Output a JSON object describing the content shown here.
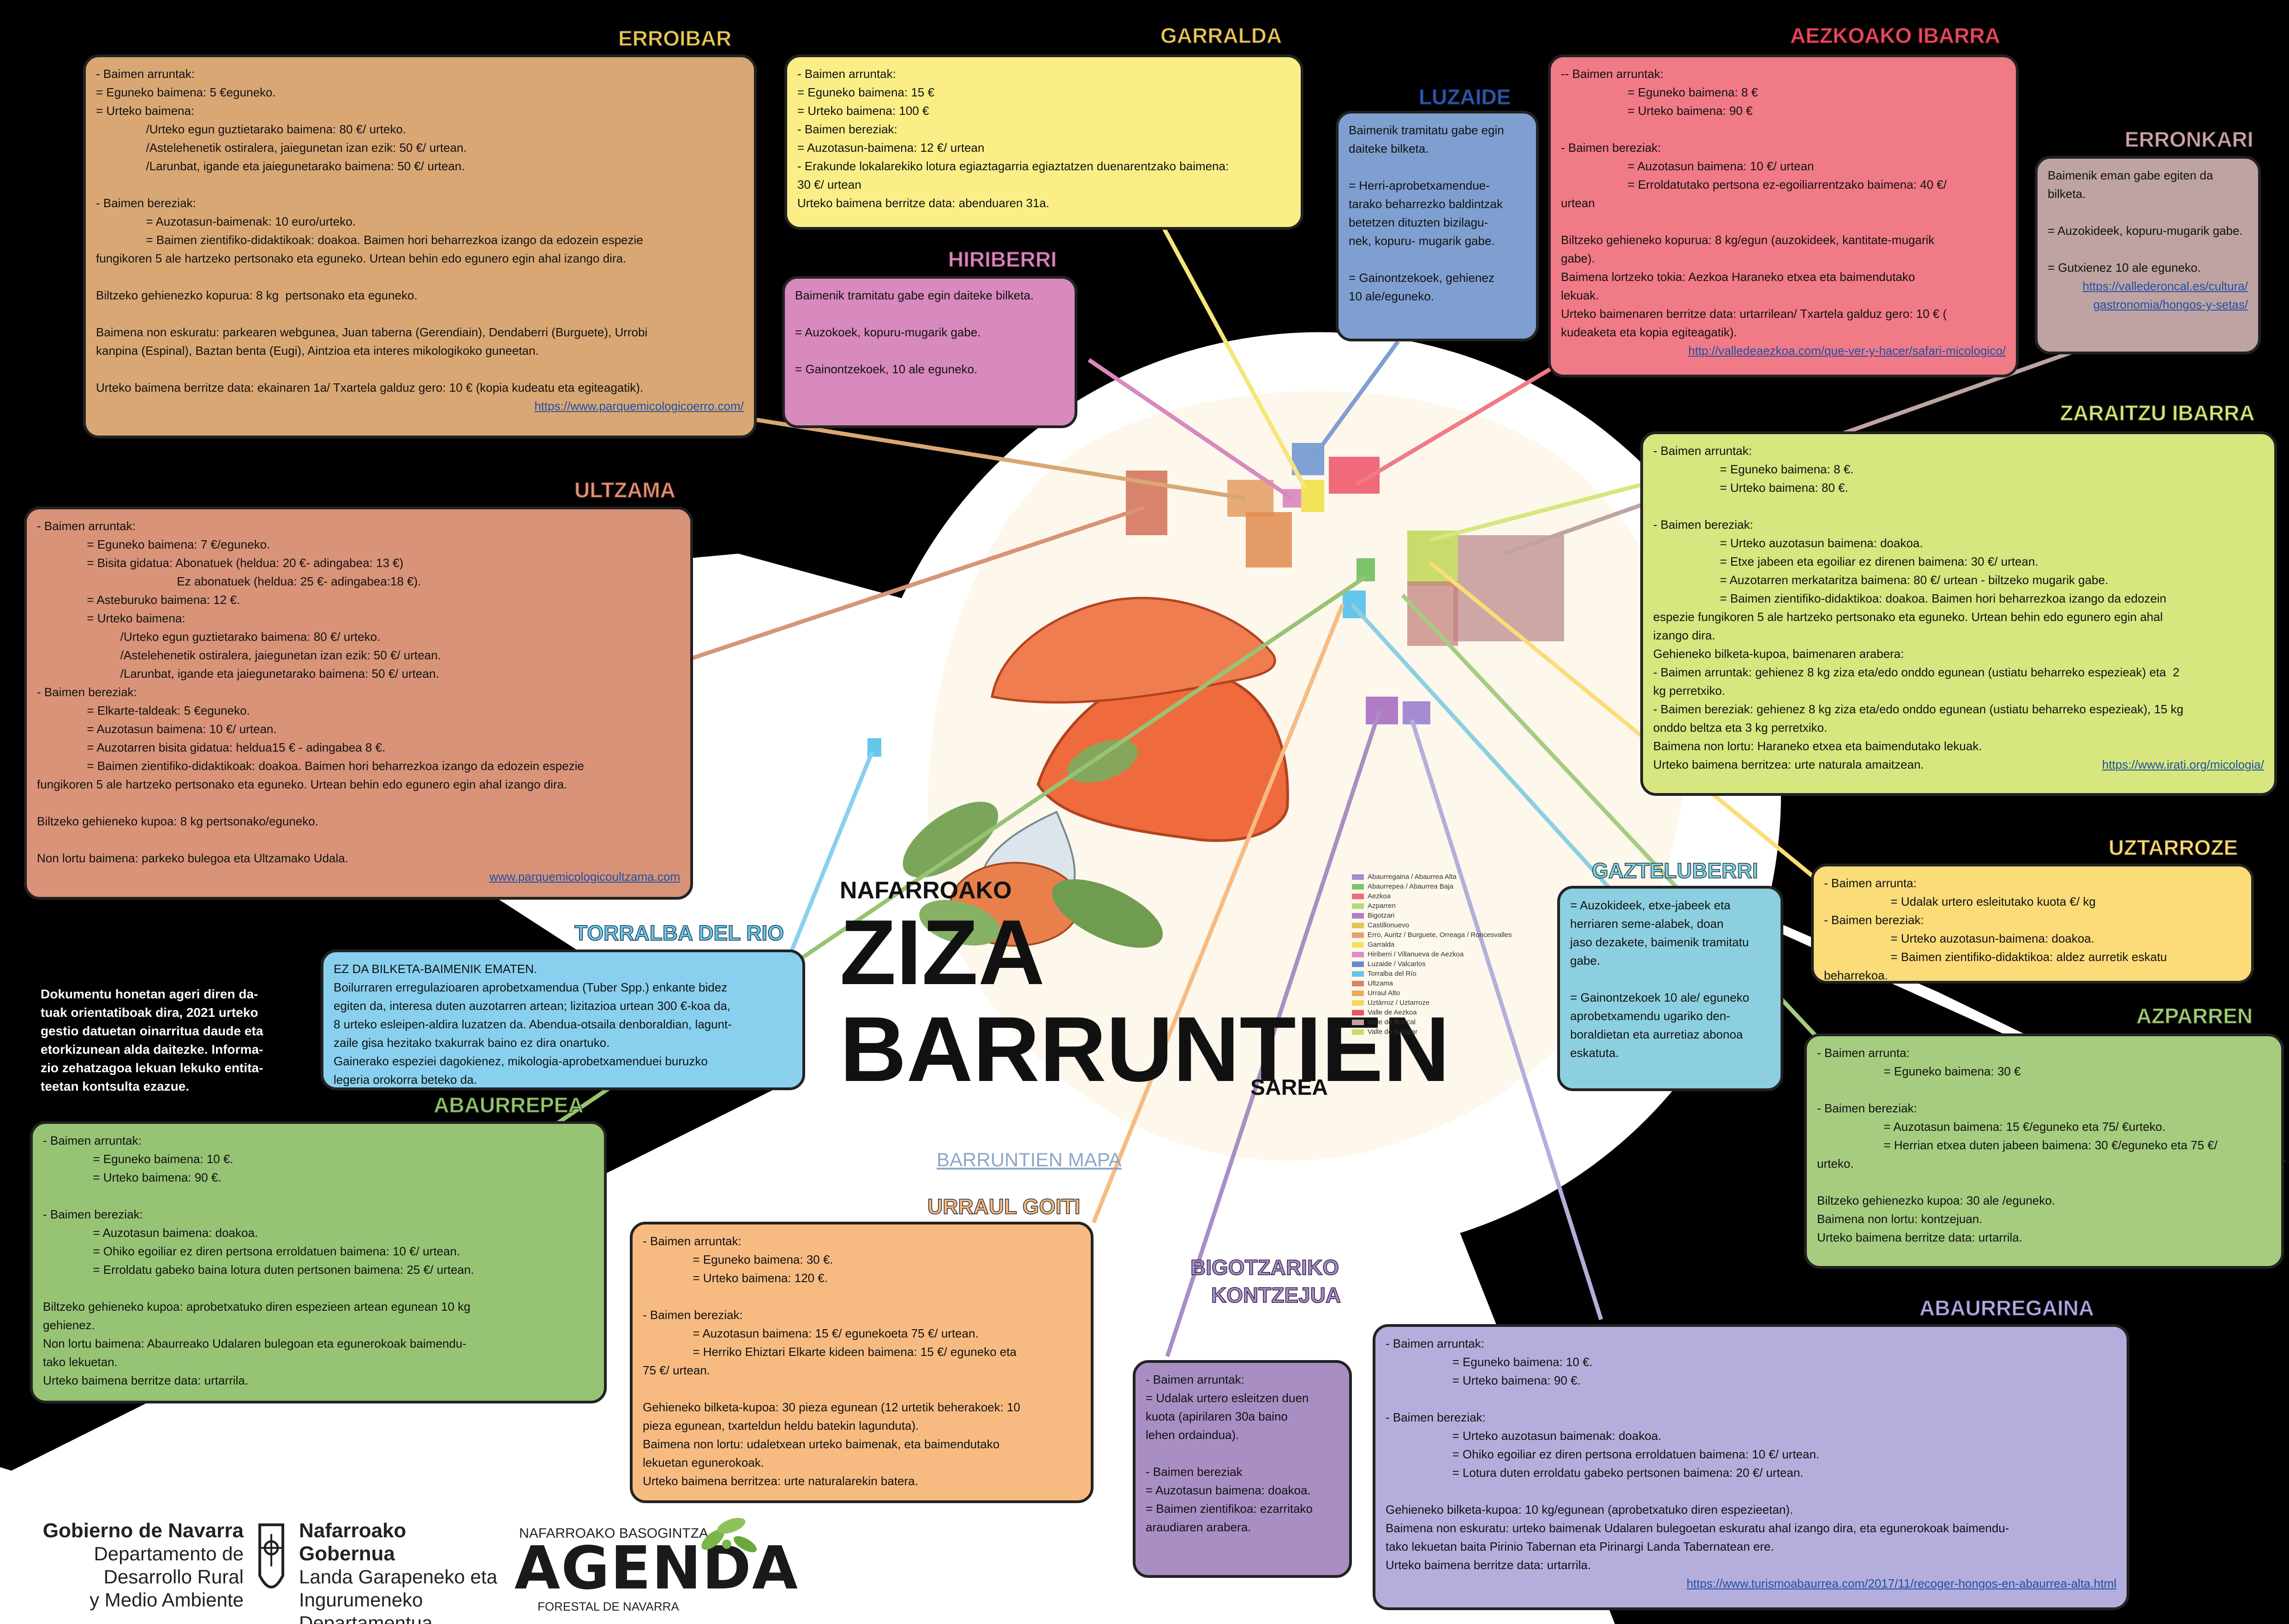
{
  "colors": {
    "black": "#000000",
    "erroibar": "#d9a774",
    "garralda": "#fbee87",
    "luzaide": "#7f9fd1",
    "aezkoa": "#f07a86",
    "erronkari": "#bfa3a3",
    "hiriberri": "#d889bd",
    "zaraitzu": "#d7e67e",
    "ultzama": "#d99378",
    "torralba": "#89d0ef",
    "gaztelu": "#8ccfe0",
    "uztarroze": "#fbdc78",
    "azparren": "#a6cc7f",
    "abaurrepea": "#97c474",
    "urraul": "#f7bb82",
    "bigotzari": "#a88ec3",
    "abaurregaina": "#b4aedc"
  },
  "map": {
    "kicker": "NAFARROAKO",
    "title_1": "ZIZA",
    "title_2": "BARRUNTIEN",
    "suffix": "SAREA",
    "link": "BARRUNTIEN MAPA",
    "legend": [
      {
        "label": "Abaurregaina / Abaurrea Alta",
        "color": "#a58cd2"
      },
      {
        "label": "Abaurrepea / Abaurrea Baja",
        "color": "#7cc36c"
      },
      {
        "label": "Aezkoa",
        "color": "#f06a7a"
      },
      {
        "label": "Azparren",
        "color": "#b7d77a"
      },
      {
        "label": "Bigotzari",
        "color": "#b07cc6"
      },
      {
        "label": "Castillonuevo",
        "color": "#e6c54f"
      },
      {
        "label": "Erro, Auritz / Burguete, Orreaga / Roncesvalles",
        "color": "#e5a16a"
      },
      {
        "label": "Garralda",
        "color": "#f0e35a"
      },
      {
        "label": "Hiriberri / Villanueva de Aezkoa",
        "color": "#de8fc3"
      },
      {
        "label": "Luzaide / Valcarlos",
        "color": "#5f8cd0"
      },
      {
        "label": "Torralba del Río",
        "color": "#64c6ec"
      },
      {
        "label": "Ultzama",
        "color": "#d9826c"
      },
      {
        "label": "Urraul Alto",
        "color": "#f2a85e"
      },
      {
        "label": "Uztárroz / Uztarroze",
        "color": "#f7d65c"
      },
      {
        "label": "Valle de Aezkoa",
        "color": "#e55a5a"
      },
      {
        "label": "Valle de Roncal",
        "color": "#c69d9d"
      },
      {
        "label": "Valle de Salazar",
        "color": "#c8dc6c"
      }
    ]
  },
  "erroibar": {
    "title": "ERROIBAR",
    "lines": [
      "- Baimen arruntak:",
      "= Eguneko baimena: 5 €eguneko.",
      "= Urteko baimena:",
      "               /Urteko egun guztietarako baimena: 80 €/ urteko.",
      "               /Astelehenetik ostiralera, jaiegunetan izan ezik: 50 €/ urtean.",
      "               /Larunbat, igande eta jaiegunetarako baimena: 50 €/ urtean.",
      "",
      "- Baimen bereziak:",
      "               = Auzotasun-baimenak: 10 euro/urteko.",
      "               = Baimen zientifiko-didaktikoak: doakoa. Baimen hori beharrezkoa izango da edozein espezie",
      "fungikoren 5 ale hartzeko pertsonako eta eguneko. Urtean behin edo egunero egin ahal izango dira.",
      "",
      "Biltzeko gehienezko kopurua: 8 kg  pertsonako eta eguneko.",
      "",
      "Baimena non eskuratu: parkearen webgunea, Juan taberna (Gerendiain), Dendaberri (Burguete), Urrobi",
      "kanpina (Espinal), Baztan benta (Eugi), Aintzioa eta interes mikologikoko guneetan.",
      "",
      "Urteko baimena berritze data: ekainaren 1a/ Txartela galduz gero: 10 € (kopia kudeatu eta egiteagatik)."
    ],
    "link": "https://www.parquemicologicoerro.com/"
  },
  "garralda": {
    "title": "GARRALDA",
    "lines": [
      "- Baimen arruntak:",
      "= Eguneko baimena: 15 €",
      "= Urteko baimena: 100 €",
      "- Baimen bereziak:",
      "= Auzotasun-baimena: 12 €/ urtean",
      "- Erakunde lokalarekiko lotura egiaztagarria egiaztatzen duenarentzako baimena:",
      "30 €/ urtean",
      "Urteko baimena berritze data: abenduaren 31a."
    ]
  },
  "luzaide": {
    "title": "LUZAIDE",
    "lines": [
      "Baimenik tramitatu gabe egin",
      "daiteke bilketa.",
      "",
      "= Herri-aprobetxamendue-",
      "tarako beharrezko baldintzak",
      "betetzen dituzten bizilagu-",
      "nek, kopuru- mugarik gabe.",
      "",
      "= Gainontzekoek, gehienez",
      "10 ale/eguneko."
    ]
  },
  "aezkoa": {
    "title": "AEZKOAKO IBARRA",
    "lines": [
      "-- Baimen arruntak:",
      "                    = Eguneko baimena: 8 €",
      "                    = Urteko baimena: 90 €",
      "",
      "- Baimen bereziak:",
      "                    = Auzotasun baimena: 10 €/ urtean",
      "                    = Erroldatutako pertsona ez-egoiliarrentzako baimena: 40 €/",
      "urtean",
      "",
      "Biltzeko gehieneko kopurua: 8 kg/egun (auzokideek, kantitate-mugarik",
      "gabe).",
      "Baimena lortzeko tokia: Aezkoa Haraneko etxea eta baimendutako",
      "lekuak.",
      "Urteko baimenaren berritze data: urtarrilean/ Txartela galduz gero: 10 € (",
      "kudeaketa eta kopia egiteagatik)."
    ],
    "link": "http://valledeaezkoa.com/que-ver-y-hacer/safari-micologico/"
  },
  "erronkari": {
    "title": "ERRONKARI",
    "lines": [
      "Baimenik eman gabe egiten da",
      "bilketa.",
      "",
      "= Auzokideek, kopuru-mugarik gabe.",
      "",
      "= Gutxienez 10 ale eguneko."
    ],
    "link_1": "https://vallederoncal.es/cultura/",
    "link_2": "gastronomia/hongos-y-setas/"
  },
  "hiriberri": {
    "title": "HIRIBERRI",
    "lines": [
      "Baimenik tramitatu gabe egin daiteke bilketa.",
      "",
      "= Auzokoek, kopuru-mugarik gabe.",
      "",
      "= Gainontzekoek, 10 ale eguneko."
    ]
  },
  "zaraitzu": {
    "title": "ZARAITZU IBARRA",
    "lines": [
      "- Baimen arruntak:",
      "                    = Eguneko baimena: 8 €.",
      "                    = Urteko baimena: 80 €.",
      "",
      "- Baimen bereziak:",
      "                    = Urteko auzotasun baimena: doakoa.",
      "                    = Etxe jabeen eta egoiliar ez direnen baimena: 30 €/ urtean.",
      "                    = Auzotarren merkataritza baimena: 80 €/ urtean - biltzeko mugarik gabe.",
      "                    = Baimen zientifiko-didaktikoa: doakoa. Baimen hori beharrezkoa izango da edozein",
      "espezie fungikoren 5 ale hartzeko pertsonako eta eguneko. Urtean behin edo egunero egin ahal",
      "izango dira.",
      "Gehieneko bilketa-kupoa, baimenaren arabera:",
      "- Baimen arruntak: gehienez 8 kg ziza eta/edo onddo egunean (ustiatu beharreko espezieak) eta  2",
      "kg perretxiko.",
      "- Baimen bereziak: gehienez 8 kg ziza eta/edo onddo egunean (ustiatu beharreko espezieak), 15 kg",
      "onddo beltza eta 3 kg perretxiko.",
      "Baimena non lortu: Haraneko etxea eta baimendutako lekuak.",
      "Urteko baimena berritzea: urte naturala amaitzean."
    ],
    "link": "https://www.irati.org/micologia/"
  },
  "ultzama": {
    "title": "ULTZAMA",
    "lines": [
      "- Baimen arruntak:",
      "               = Eguneko baimena: 7 €/eguneko.",
      "               = Bisita gidatua: Abonatuek (heldua: 20 €- adingabea: 13 €)",
      "                                          Ez abonatuek (heldua: 25 €- adingabea:18 €).",
      "               = Asteburuko baimena: 12 €.",
      "               = Urteko baimena:",
      "                         /Urteko egun guztietarako baimena: 80 €/ urteko.",
      "                         /Astelehenetik ostiralera, jaiegunetan izan ezik: 50 €/ urtean.",
      "                         /Larunbat, igande eta jaiegunetarako baimena: 50 €/ urtean.",
      "- Baimen bereziak:",
      "               = Elkarte-taldeak: 5 €eguneko.",
      "               = Auzotasun baimena: 10 €/ urtean.",
      "               = Auzotarren bisita gidatua: heldua15 € - adingabea 8 €.",
      "               = Baimen zientifiko-didaktikoak: doakoa. Baimen hori beharrezkoa izango da edozein espezie",
      "fungikoren 5 ale hartzeko pertsonako eta eguneko. Urtean behin edo egunero egin ahal izango dira.",
      "",
      "Biltzeko gehieneko kupoa: 8 kg pertsonako/eguneko.",
      "",
      "Non lortu baimena: parkeko bulegoa eta Ultzamako Udala."
    ],
    "link": "www.parquemicologicoultzama.com"
  },
  "torralba": {
    "title": "TORRALBA DEL RIO",
    "lines": [
      "EZ DA BILKETA-BAIMENIK EMATEN.",
      "Boilurraren erregulazioaren aprobetxamendua (Tuber Spp.) enkante bidez",
      "egiten da, interesa duten auzotarren artean; lizitazioa urtean 300 €-koa da,",
      "8 urteko esleipen-aldira luzatzen da. Abendua-otsaila denboraldian, lagunt-",
      "zaile gisa hezitako txakurrak baino ez dira onartuko.",
      "Gainerako espeziei dagokienez, mikologia-aprobetxamenduei buruzko",
      "legeria orokorra beteko da."
    ]
  },
  "note": {
    "lines": [
      "Dokumentu honetan ageri diren da-",
      "tuak orientatiboak dira, 2021 urteko",
      "gestio datuetan oinarritua daude eta",
      "etorkizunean alda daitezke. Informa-",
      "zio zehatzagoa lekuan lekuko entita-",
      "teetan kontsulta ezazue."
    ]
  },
  "gaztelu": {
    "title": "GAZTELUBERRI",
    "lines": [
      "= Auzokideek, etxe-jabeek eta",
      "herriaren seme-alabek, doan",
      "jaso dezakete, baimenik tramitatu",
      "gabe.",
      "",
      "= Gainontzekoek 10 ale/ eguneko",
      "aprobetxamendu ugariko den-",
      "boraldietan eta aurretiaz abonoa",
      "eskatuta."
    ]
  },
  "uztarroze": {
    "title": "UZTARROZE",
    "lines": [
      "- Baimen arrunta:",
      "                    = Udalak urtero esleitutako kuota €/ kg",
      "- Baimen bereziak:",
      "                    = Urteko auzotasun-baimena: doakoa.",
      "                    = Baimen zientifiko-didaktikoa: aldez aurretik eskatu",
      "beharrekoa."
    ]
  },
  "azparren": {
    "title": "AZPARREN",
    "lines": [
      "- Baimen arrunta:",
      "                    = Eguneko baimena: 30 €",
      "",
      "- Baimen bereziak:",
      "                    = Auzotasun baimena: 15 €/eguneko eta 75/ €urteko.",
      "                    = Herrian etxea duten jabeen baimena: 30 €/eguneko eta 75 €/",
      "urteko.",
      "",
      "Biltzeko gehienezko kupoa: 30 ale /eguneko.",
      "Baimena non lortu: kontzejuan.",
      "Urteko baimena berritze data: urtarrila."
    ]
  },
  "abaurrepea": {
    "title": "ABAURREPEA",
    "lines": [
      "- Baimen arruntak:",
      "               = Eguneko baimena: 10 €.",
      "               = Urteko baimena: 90 €.",
      "",
      "- Baimen bereziak:",
      "               = Auzotasun baimena: doakoa.",
      "               = Ohiko egoiliar ez diren pertsona erroldatuen baimena: 10 €/ urtean.",
      "               = Erroldatu gabeko baina lotura duten pertsonen baimena: 25 €/ urtean.",
      "",
      "Biltzeko gehieneko kupoa: aprobetxatuko diren espezieen artean egunean 10 kg",
      "gehienez.",
      "Non lortu baimena: Abaurreako Udalaren bulegoan eta egunerokoak baimendu-",
      "tako lekuetan.",
      "Urteko baimena berritze data: urtarrila."
    ]
  },
  "urraul": {
    "title": "URRAUL GOITI",
    "lines": [
      "- Baimen arruntak:",
      "               = Eguneko baimena: 30 €.",
      "               = Urteko baimena: 120 €.",
      "",
      "- Baimen bereziak:",
      "               = Auzotasun baimena: 15 €/ egunekoeta 75 €/ urtean.",
      "               = Herriko Ehiztari Elkarte kideen baimena: 15 €/ eguneko eta",
      "75 €/ urtean.",
      "",
      "Gehieneko bilketa-kupoa: 30 pieza egunean (12 urtetik beherakoek: 10",
      "pieza egunean, txarteldun heldu batekin lagunduta).",
      "Baimena non lortu: udaletxean urteko baimenak, eta baimendutako",
      "lekuetan egunerokoak.",
      "Urteko baimena berritzea: urte naturalarekin batera."
    ]
  },
  "bigotzari": {
    "title_1": "BIGOTZARIKO",
    "title_2": "KONTZEJUA",
    "lines": [
      "- Baimen arruntak:",
      "= Udalak urtero esleitzen duen",
      "kuota (apirilaren 30a baino",
      "lehen ordaindua).",
      "",
      "- Baimen bereziak",
      "= Auzotasun baimena: doakoa.",
      "= Baimen zientifikoa: ezarritako",
      "araudiaren arabera."
    ]
  },
  "abaurregaina": {
    "title": "ABAURREGAINA",
    "lines": [
      "- Baimen arruntak:",
      "                    = Eguneko baimena: 10 €.",
      "                    = Urteko baimena: 90 €.",
      "",
      "- Baimen bereziak:",
      "                    = Urteko auzotasun baimenak: doakoa.",
      "                    = Ohiko egoiliar ez diren pertsona erroldatuen baimena: 10 €/ urtean.",
      "                    = Lotura duten erroldatu gabeko pertsonen baimena: 20 €/ urtean.",
      "",
      "Gehieneko bilketa-kupoa: 10 kg/egunean (aprobetxatuko diren espezieetan).",
      "Baimena non eskuratu: urteko baimenak Udalaren bulegoetan eskuratu ahal izango dira, eta egunerokoak baimendu-",
      "tako lekuetan baita Pirinio Tabernan eta Pirinargi Landa Tabernatean ere.",
      "Urteko baimena berritze data: urtarrila."
    ],
    "link": "https://www.turismoabaurrea.com/2017/11/recoger-hongos-en-abaurrea-alta.html"
  },
  "logos": {
    "gob_es_1": "Gobierno de Navarra",
    "gob_es_2": "Departamento de Desarrollo Rural",
    "gob_es_3": "y Medio Ambiente",
    "gob_eu_1": "Nafarroako Gobernua",
    "gob_eu_2": "Landa Garapeneko eta",
    "gob_eu_3": "Ingurumeneko Departamentua",
    "agenda_top": "NAFARROAKO BASOGINTZA",
    "agenda_main": "AGENDA",
    "agenda_bottom": "FORESTAL DE NAVARRA"
  }
}
